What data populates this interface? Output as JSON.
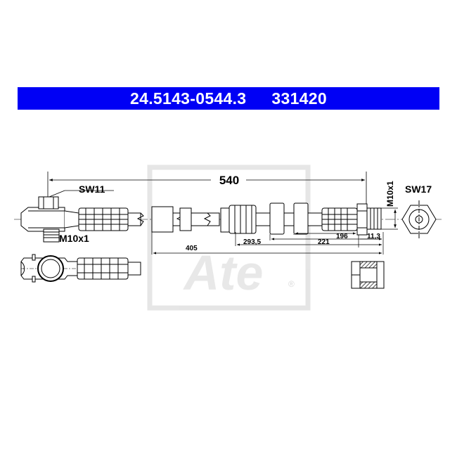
{
  "header": {
    "part_number": "24.5143-0544.3",
    "article_number": "331420",
    "color": "#0000f5"
  },
  "drawing": {
    "overall_length": "540",
    "left_fitting_wrench": "SW11",
    "left_fitting_thread": "M10x1",
    "right_fitting_thread": "M10x1",
    "right_fitting_wrench": "SW17",
    "dim_405": "405",
    "dim_293_5": "293,5",
    "dim_221": "221",
    "dim_196": "196",
    "dim_11_3": "11,3",
    "watermark": "Ate",
    "registered_mark": "®"
  }
}
